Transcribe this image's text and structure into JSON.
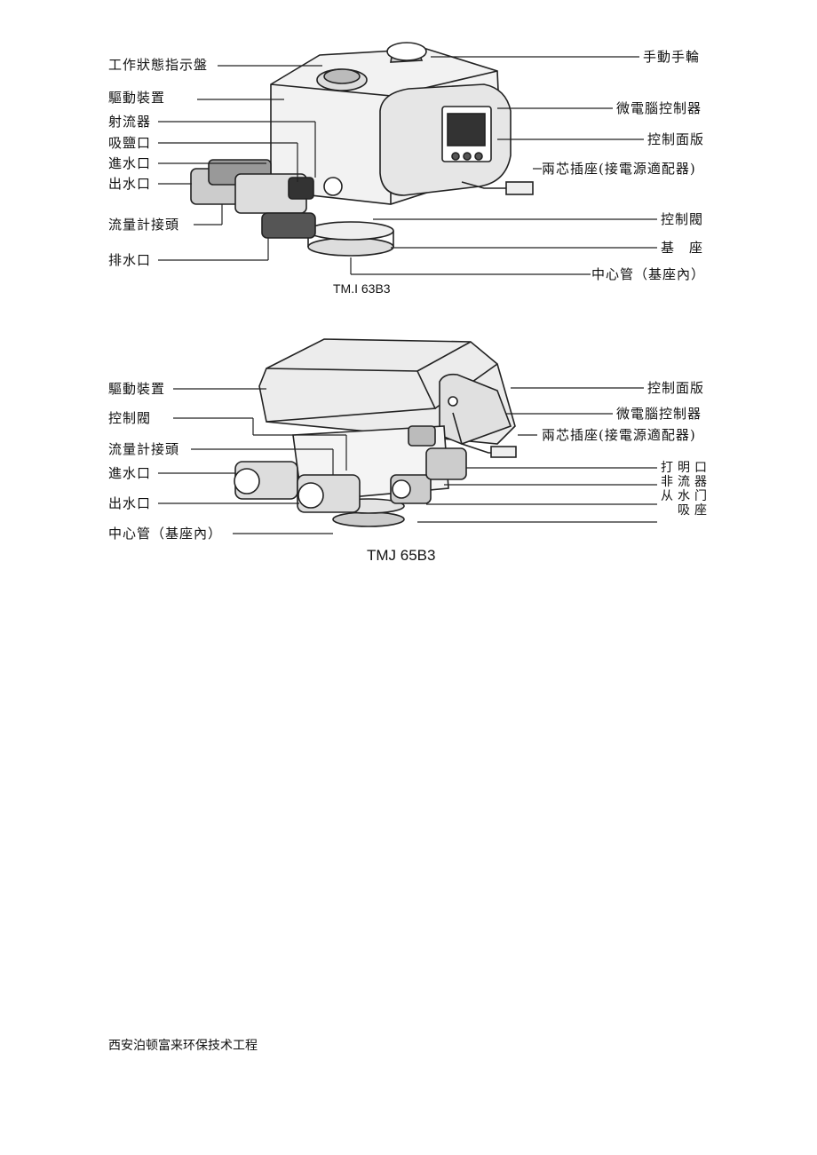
{
  "figure1": {
    "caption": "TM.I 63B3",
    "left_labels": [
      "工作狀態指示盤",
      "驅動裝置",
      "射流器",
      "吸鹽口",
      "進水口",
      "出水口",
      "流量計接頭",
      "排水口"
    ],
    "right_labels": [
      "手動手輪",
      "微電腦控制器",
      "控制面版",
      "兩芯插座(接電源適配器)",
      "控制閥",
      "基　座",
      "中心管（基座內）"
    ]
  },
  "figure2": {
    "caption": "TMJ 65B3",
    "left_labels": [
      "驅動裝置",
      "控制閥",
      "流量計接頭",
      "進水口",
      "出水口",
      "中心管（基座內）"
    ],
    "right_labels": [
      "控制面版",
      "微電腦控制器",
      "兩芯插座(接電源適配器)"
    ],
    "right_columns": [
      "打非从",
      "明流水吸",
      "口器门座"
    ]
  },
  "footer": "西安泊顿富来环保技术工程"
}
